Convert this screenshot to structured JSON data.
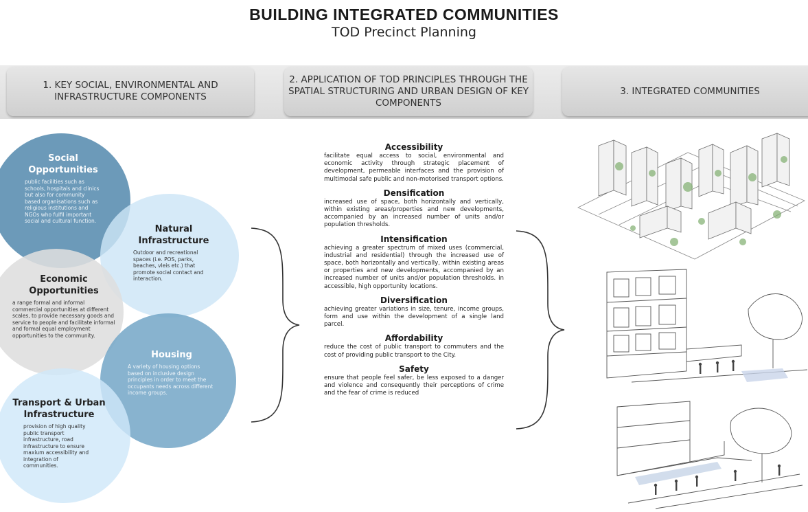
{
  "header": {
    "title": "BUILDING INTEGRATED COMMUNITIES",
    "subtitle": "TOD Precinct Planning"
  },
  "columns": [
    "1. KEY SOCIAL, ENVIRONMENTAL AND INFRASTRUCTURE COMPONENTS",
    "2. APPLICATION OF TOD PRINCIPLES THROUGH THE SPATIAL STRUCTURING AND URBAN DESIGN OF KEY COMPONENTS",
    "3. INTEGRATED COMMUNITIES"
  ],
  "components": {
    "social": {
      "title": "Social Opportunities",
      "text": "public facilities such as schools, hospitals and clinics but also for community based organisations such as religious institutions and NGOs who fulfil important social and cultural function."
    },
    "natural": {
      "title": "Natural Infrastructure",
      "text": "Outdoor and recreational spaces (i.e. POS, parks, beaches, vleis etc.) that promote social contact and interaction."
    },
    "economic": {
      "title": "Economic Opportunities",
      "text": "a range formal and informal commercial opportunities at different scales, to provide necessary goods and service to people and facilitate informal and formal equal employment opportunities to the community."
    },
    "housing": {
      "title": "Housing",
      "text": "A variety of housing options based on inclusive design principles in order to meet the occupants needs across different income groups."
    },
    "transport": {
      "title": "Transport & Urban Infrastructure",
      "text": "provision of high quality public transport infrastructure, road infrastructure to ensure maxium accessibility and integration of communities."
    }
  },
  "principles": [
    {
      "title": "Accessibility",
      "text": "facilitate equal access to social, environmental and economic activity through strategic placement of development, permeable interfaces and the provision of multimodal safe public and non-motorised transport options."
    },
    {
      "title": "Densification",
      "text": "increased use of space, both horizontally and vertically, within existing areas/properties and new developments, accompanied by an increased number of units and/or population thresholds."
    },
    {
      "title": "Intensification",
      "text": "achieving a greater spectrum of mixed uses (commercial, industrial and residential) through the increased use of space, both horizontally and vertically, within existing areas or properties and new developments, accompanied by an increased number of units and/or population thresholds. in accessible, high opportunity locations."
    },
    {
      "title": "Diversification",
      "text": "achieving greater variations in size, tenure, income groups, form and use within the development of a single land parcel."
    },
    {
      "title": "Affordability",
      "text": "reduce the cost of public transport to commuters and the cost of providing public transport to the City."
    },
    {
      "title": "Safety",
      "text": "ensure that people feel safer, be less exposed to a danger and violence and consequently their perceptions of crime and the fear of crime is reduced"
    }
  ]
}
